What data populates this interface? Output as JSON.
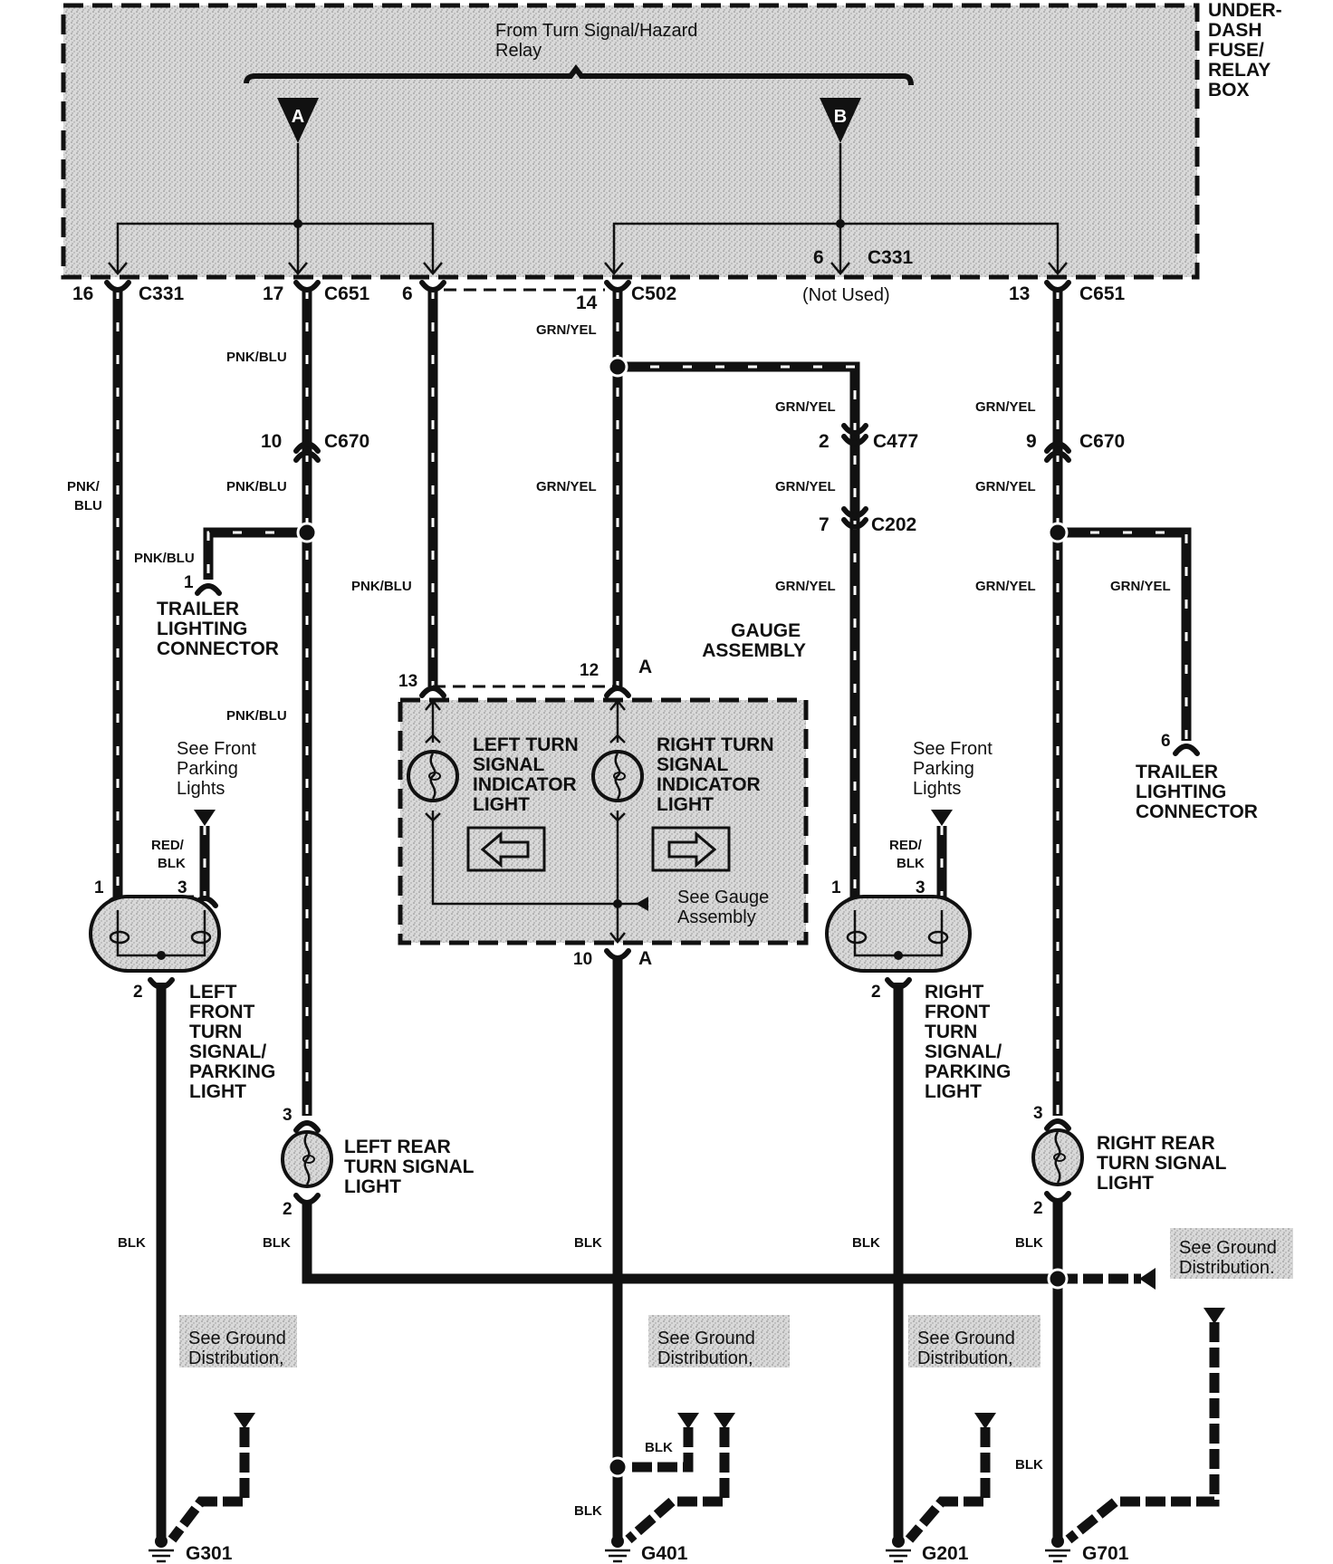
{
  "diagram": {
    "title_relay": [
      "From Turn Signal/Hazard",
      "Relay"
    ],
    "fuse_box": {
      "label": [
        "UNDER-",
        "DASH",
        "FUSE/",
        "RELAY",
        "BOX"
      ]
    },
    "relay_terminals": [
      {
        "id": "A",
        "label": "A"
      },
      {
        "id": "B",
        "label": "B"
      }
    ],
    "connectors_top": [
      {
        "pin": "16",
        "connector": "C331"
      },
      {
        "pin": "17",
        "connector": "C651"
      },
      {
        "pin": "6",
        "connector": ""
      },
      {
        "pin": "14",
        "connector": "C502"
      },
      {
        "pin": "6",
        "connector": "C331",
        "note": "(Not Used)"
      },
      {
        "pin": "13",
        "connector": "C651"
      }
    ],
    "inline_connectors": [
      {
        "pin": "10",
        "connector": "C670"
      },
      {
        "pin": "2",
        "connector": "C477"
      },
      {
        "pin": "7",
        "connector": "C202"
      },
      {
        "pin": "9",
        "connector": "C670"
      }
    ],
    "wire_colors": {
      "pnk_blu": "PNK/BLU",
      "pnk_blu_split": [
        "PNK/",
        "BLU"
      ],
      "grn_yel": "GRN/YEL",
      "red_blk": [
        "RED/",
        "BLK"
      ],
      "blk": "BLK"
    },
    "trailer_left": {
      "pin": "1",
      "label": [
        "TRAILER",
        "LIGHTING",
        "CONNECTOR"
      ]
    },
    "trailer_right": {
      "pin": "6",
      "label": [
        "TRAILER",
        "LIGHTING",
        "CONNECTOR"
      ]
    },
    "gauge": {
      "label": [
        "GAUGE",
        "ASSEMBLY"
      ],
      "pins": {
        "left_in": "13",
        "right_in": "12",
        "connector": "A",
        "out": "10",
        "out_connector": "A"
      },
      "left_indicator": [
        "LEFT TURN",
        "SIGNAL",
        "INDICATOR",
        "LIGHT"
      ],
      "right_indicator": [
        "RIGHT TURN",
        "SIGNAL",
        "INDICATOR",
        "LIGHT"
      ],
      "see_note": [
        "See Gauge",
        "Assembly"
      ]
    },
    "see_front_parking": [
      "See Front",
      "Parking",
      "Lights"
    ],
    "left_front": {
      "pins": [
        "1",
        "3",
        "2"
      ],
      "label": [
        "LEFT",
        "FRONT",
        "TURN",
        "SIGNAL/",
        "PARKING",
        "LIGHT"
      ]
    },
    "right_front": {
      "pins": [
        "1",
        "3",
        "2"
      ],
      "label": [
        "RIGHT",
        "FRONT",
        "TURN",
        "SIGNAL/",
        "PARKING",
        "LIGHT"
      ]
    },
    "left_rear": {
      "pins": [
        "3",
        "2"
      ],
      "label": [
        "LEFT REAR",
        "TURN SIGNAL",
        "LIGHT"
      ]
    },
    "right_rear": {
      "pins": [
        "3",
        "2"
      ],
      "label": [
        "RIGHT REAR",
        "TURN SIGNAL",
        "LIGHT"
      ]
    },
    "see_ground": {
      "comma": [
        "See Ground",
        "Distribution,"
      ],
      "period": [
        "See Ground",
        "Distribution."
      ]
    },
    "grounds": [
      "G301",
      "G401",
      "G201",
      "G701"
    ]
  }
}
